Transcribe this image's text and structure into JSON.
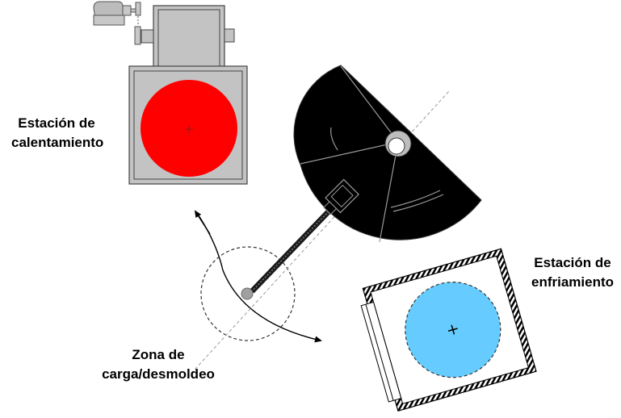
{
  "labels": {
    "heating_station": [
      "Estación de",
      "calentamiento"
    ],
    "cooling_station": [
      "Estación de",
      "enfriamiento"
    ],
    "load_zone": [
      "Zona de",
      "carga/desmoldeo"
    ]
  },
  "colors": {
    "heating_chamber": "#c3c3c3",
    "hot_mold": "#ff0000",
    "cooling_mold": "#66ccff",
    "arm_body": "#000000",
    "arm_flange": "#bdbdbd",
    "outline": "#333333"
  }
}
